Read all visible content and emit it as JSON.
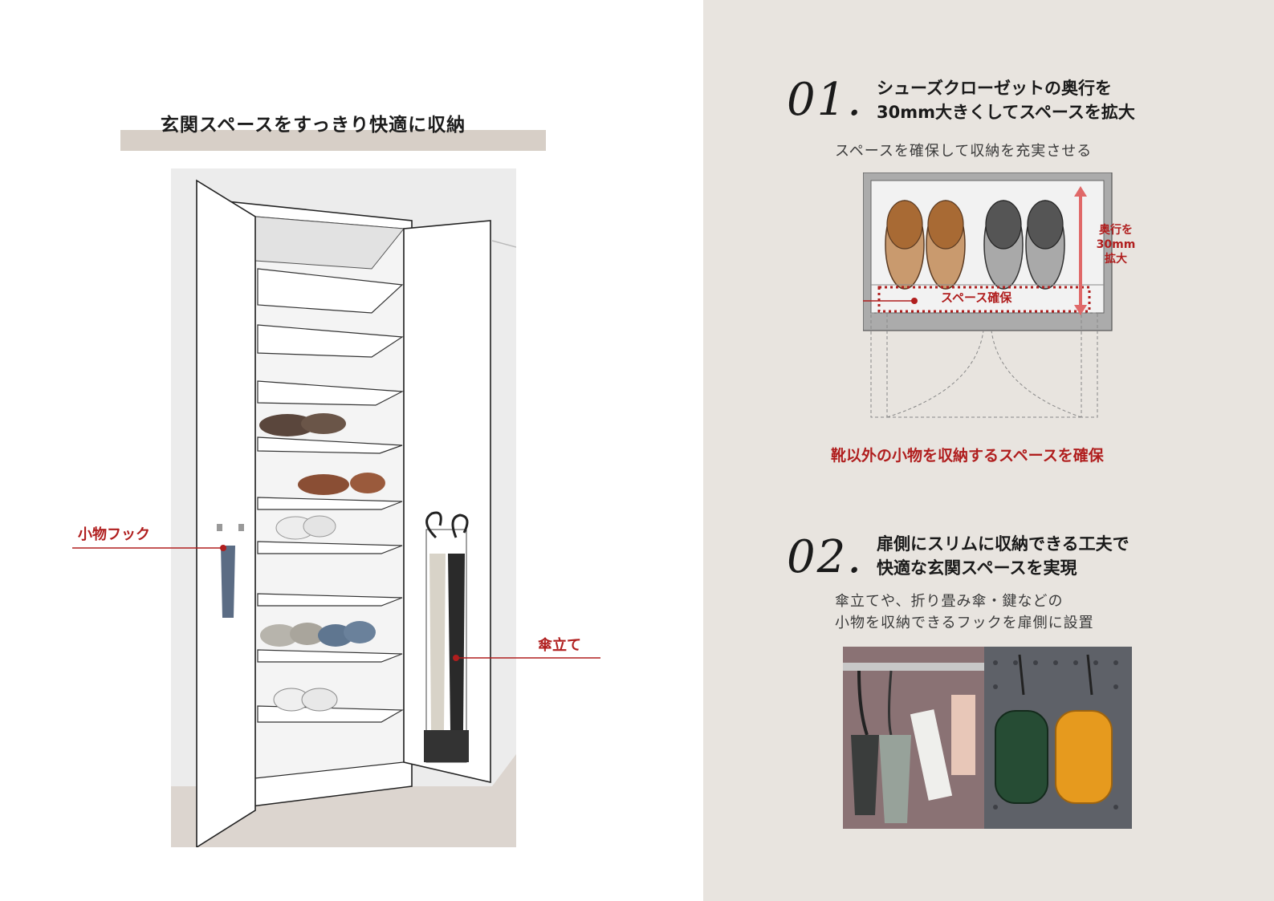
{
  "left": {
    "heading": "玄関スペースをすっきり快適に収納",
    "callouts": {
      "hook": "小物フック",
      "umbrella_stand": "傘立て"
    }
  },
  "right": {
    "section1": {
      "number": "01.",
      "title_line1": "シューズクローゼットの奥行を",
      "title_line2": "30mm大きくしてスペースを拡大",
      "subtitle": "スペースを確保して収納を充実させる",
      "diagram": {
        "depth_label_line1": "奥行を",
        "depth_label_line2": "30mm",
        "depth_label_line3": "拡大",
        "space_label": "スペース確保"
      },
      "caption": "靴以外の小物を収納するスペースを確保"
    },
    "section2": {
      "number": "02.",
      "title_line1": "扉側にスリムに収納できる工夫で",
      "title_line2": "快適な玄関スペースを実現",
      "subtitle_line1": "傘立てや、折り畳み傘・鍵などの",
      "subtitle_line2": "小物を収納できるフックを扉側に設置"
    }
  },
  "colors": {
    "accent_red": "#b01e1e",
    "panel_beige": "#e8e4df",
    "band_beige": "#d7cfc7"
  }
}
